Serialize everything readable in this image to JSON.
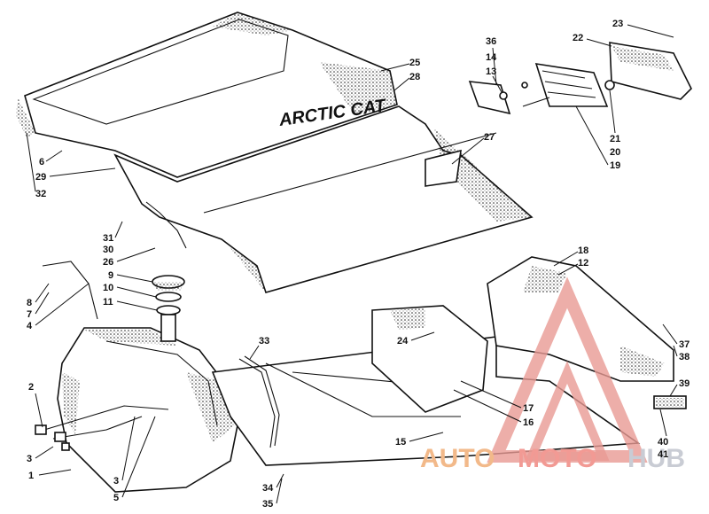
{
  "brand_decal": "ARCTIC CAT",
  "watermark": {
    "auto": "AUTO",
    "moto": "MOTO",
    "hub": "HUB"
  },
  "callouts": {
    "c1": "1",
    "c2": "2",
    "c3a": "3",
    "c3b": "3",
    "c4": "4",
    "c5": "5",
    "c6": "6",
    "c7": "7",
    "c8": "8",
    "c9": "9",
    "c10": "10",
    "c11": "11",
    "c12": "12",
    "c13": "13",
    "c14": "14",
    "c15": "15",
    "c16": "16",
    "c17": "17",
    "c18": "18",
    "c19": "19",
    "c20": "20",
    "c21": "21",
    "c22": "22",
    "c23": "23",
    "c24": "24",
    "c25": "25",
    "c26": "26",
    "c27": "27",
    "c28": "28",
    "c29": "29",
    "c30": "30",
    "c31": "31",
    "c32": "32",
    "c33": "33",
    "c34": "34",
    "c35": "35",
    "c36": "36",
    "c37": "37",
    "c38": "38",
    "c39": "39",
    "c40": "40",
    "c41": "41"
  }
}
